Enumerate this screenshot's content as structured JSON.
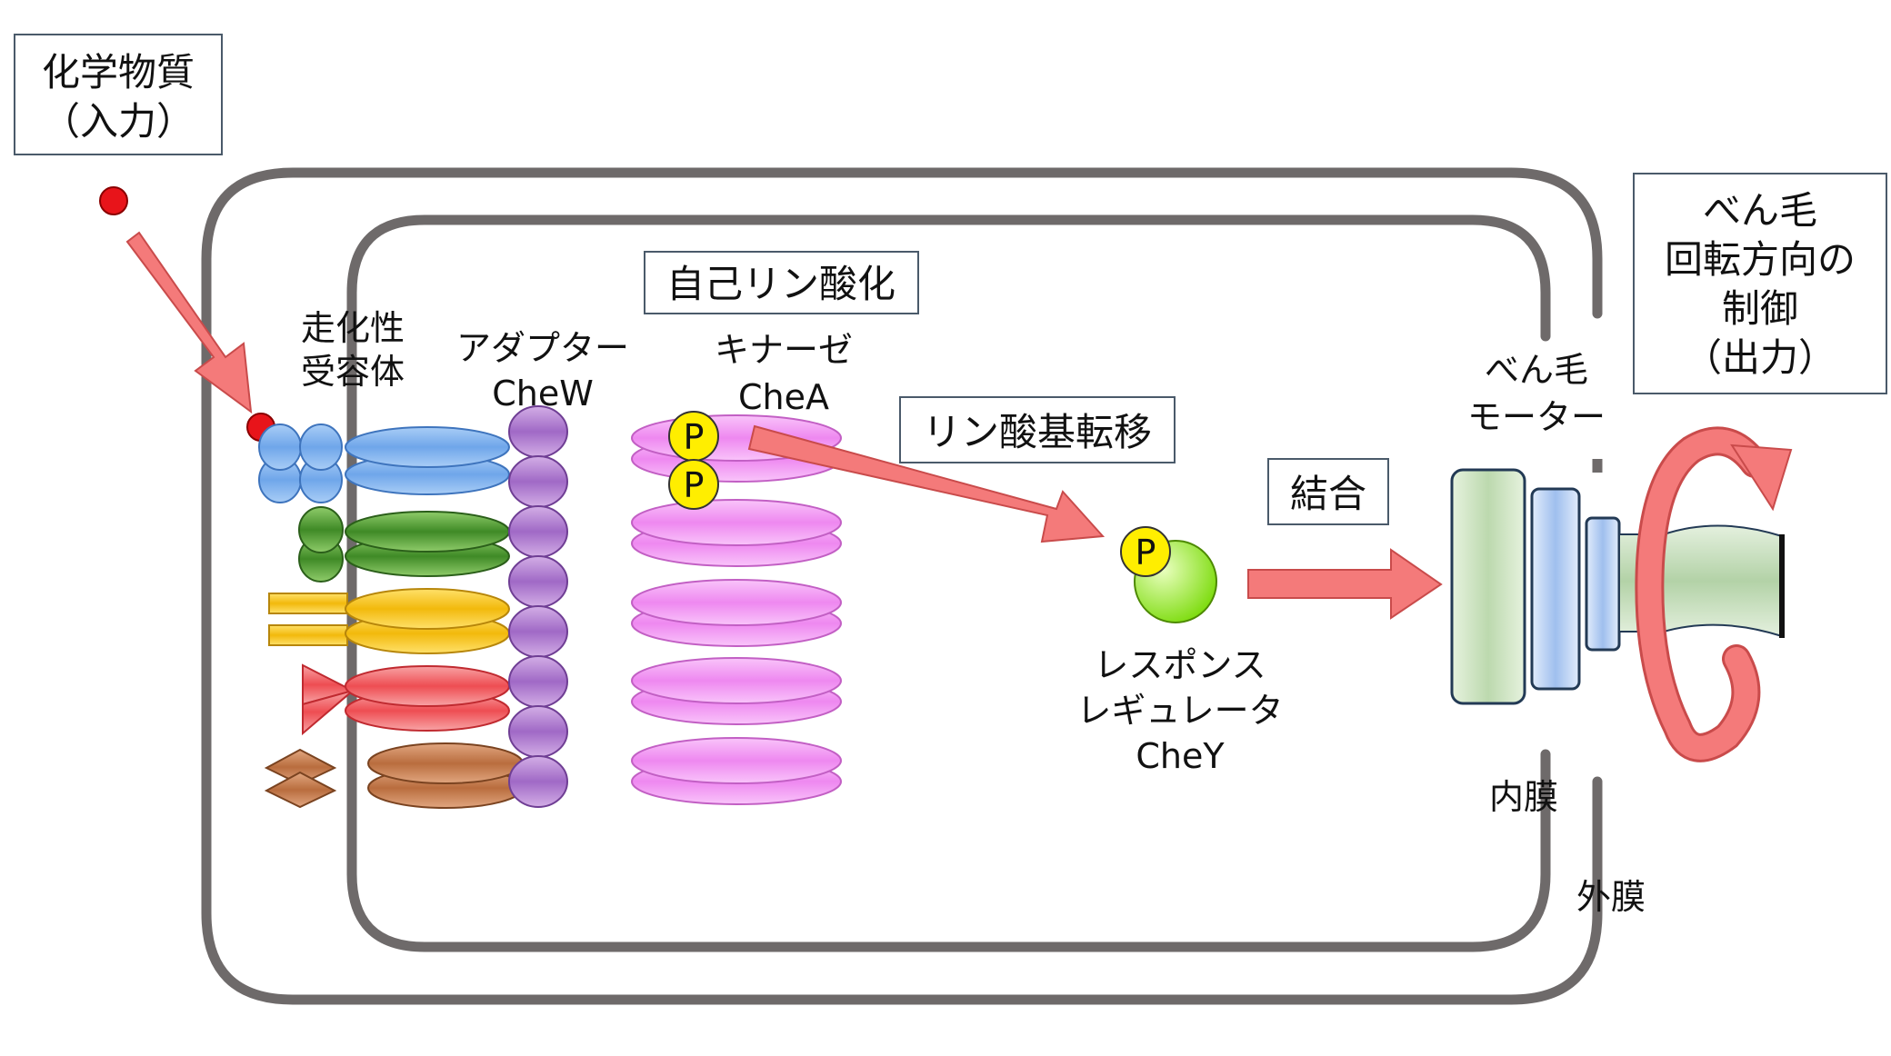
{
  "labels": {
    "input_box_line1": "化学物質",
    "input_box_line2": "（入力）",
    "receptor_line1": "走化性",
    "receptor_line2": "受容体",
    "adapter_line1": "アダプター",
    "adapter_line2": "CheW",
    "autophos_box": "自己リン酸化",
    "kinase_line1": "キナーゼ",
    "kinase_line2": "CheA",
    "transfer_box": "リン酸基転移",
    "bind_box": "結合",
    "regulator_line1": "レスポンス",
    "regulator_line2": "レギュレータ",
    "regulator_line3": "CheY",
    "motor_line1": "べん毛",
    "motor_line2": "モーター",
    "output_line1": "べん毛",
    "output_line2": "回転方向の",
    "output_line3": "制御",
    "output_line4": "（出力）",
    "inner_membrane": "内膜",
    "outer_membrane": "外膜",
    "phospho_symbol": "P"
  },
  "colors": {
    "membrane": "#6e6a6a",
    "arrow": "#f47a7a",
    "arrow_stroke": "#c94b4b",
    "ligand": "#e8141a",
    "receptor_blue": "#7fb3ef",
    "receptor_green": "#5aa03a",
    "receptor_yellow": "#f6c318",
    "receptor_red": "#f2666a",
    "receptor_brown": "#c97e4e",
    "adapter_purple": "#b07cd0",
    "kinase_pink": "#ee8ff0",
    "phosphate_yellow": "#ffee00",
    "chey_green": "#8ee414",
    "motor_green": "#cde3c2",
    "motor_blue": "#b8d0f0",
    "rotation_arrow": "#f47a7a"
  }
}
